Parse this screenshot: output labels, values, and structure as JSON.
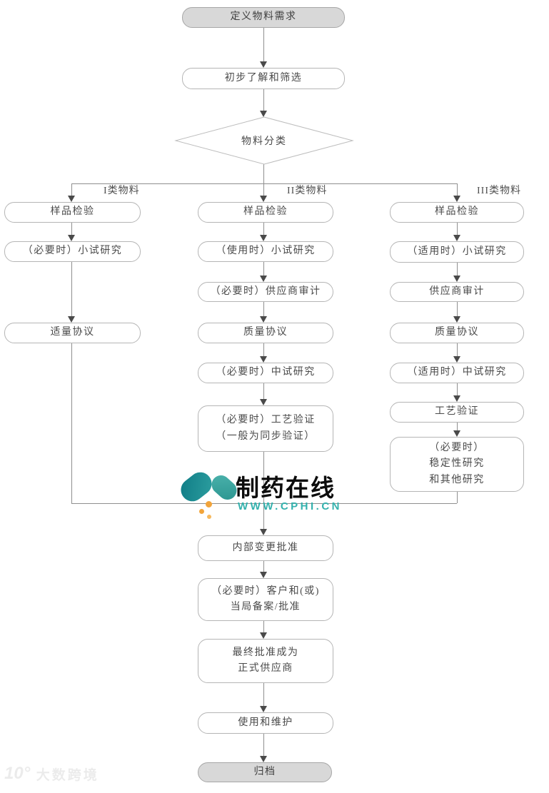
{
  "flow": {
    "start": "定义物料需求",
    "step2": "初步了解和筛选",
    "decision": "物料分类",
    "branch_labels": [
      "I类物料",
      "II类物料",
      "III类物料"
    ],
    "col1": [
      "样品检验",
      "（必要时）小试研究",
      "适量协议"
    ],
    "col2": [
      "样品检验",
      "（使用时）小试研究",
      "（必要时）供应商审计",
      "质量协议",
      "（必要时）中试研究",
      "（必要时）工艺验证\n（一般为同步验证）"
    ],
    "col3": [
      "样品检验",
      "（适用时）小试研究",
      "供应商审计",
      "质量协议",
      "（适用时）中试研究",
      "工艺验证",
      "（必要时）\n稳定性研究\n和其他研究"
    ],
    "tail": [
      "内部变更批准",
      "（必要时）客户和(或)\n当局备案/批准",
      "最终批准成为\n正式供应商",
      "使用和维护",
      "归档"
    ]
  },
  "watermark": {
    "brand": "制药在线",
    "url": "WWW.CPHI.CN"
  },
  "footer": {
    "logo": "10°",
    "text": "大数跨境"
  },
  "colors": {
    "teal": "#2aa7a3",
    "orange": "#f2a43a",
    "line": "#8f8f8f",
    "node_border": "#b5b5b5",
    "node_text": "#4a4a4a",
    "terminator_bg": "#d8d8d8"
  }
}
